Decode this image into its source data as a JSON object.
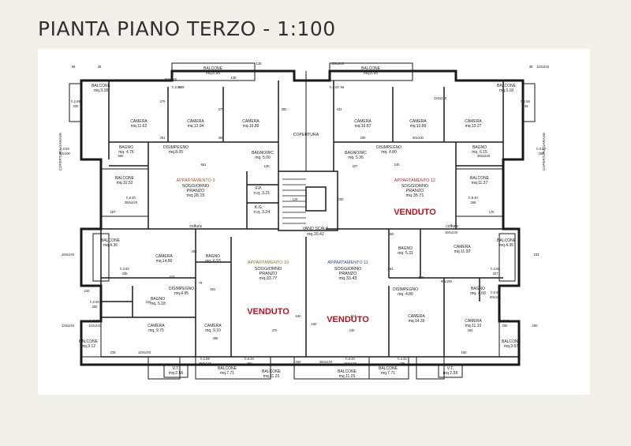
{
  "title": "PIANTA PIANO TERZO - 1:100",
  "colors": {
    "venduto": "#b8141c",
    "apt10": "#8a7a2a",
    "apt11": "#2b4a9a",
    "apt12": "#b03030",
    "apt9": "#b05a30"
  },
  "labels": {
    "vano_scala": "VANO SCALA",
    "vano_scala_mq": "mq.20.42",
    "copertura": "COPERTURA",
    "copertura_garage_l": "COPERTURA GARAGE",
    "copertura_garage_r": "COPERTURA GARAGE",
    "coltura_l": "coltura",
    "coltura_r": "coltura",
    "fp": "F.P.",
    "fp_mq": "n.q. 3.21",
    "kg": "K.G.",
    "kg_mq": "n.q. 3.24",
    "vt_l": "V.T.",
    "vt_l_mq": "mq 2.56",
    "vt_r": "V.T.",
    "vt_r_mq": "mq 2.55"
  },
  "sold": [
    "VENDUTO",
    "VENDUTO",
    "VENDUTO"
  ],
  "apartments": {
    "a9": {
      "name": "APPARTAMENTO 9",
      "room": "SOGGIORNO",
      "room2": "PRANZO",
      "mq": "mq.28.15"
    },
    "a10": {
      "name": "APPARTAMENTO 10",
      "room": "SOGGIORNO",
      "room2": "PRANZO",
      "mq": "mq.33.77"
    },
    "a11": {
      "name": "APPARTAMENTO 11",
      "room": "SOGGIORNO",
      "room2": "PRANZO",
      "mq": "mq.33.43"
    },
    "a12": {
      "name": "APPARTAMENTO 12",
      "room": "SOGGIORNO",
      "room2": "PRANZO",
      "mq": "mq.35.71"
    }
  },
  "rooms": [
    {
      "n": "CAMERA",
      "m": "mq.11.62"
    },
    {
      "n": "CAMERA",
      "m": "mq.12.94"
    },
    {
      "n": "CAMERA",
      "m": "mq.16.89"
    },
    {
      "n": "CAMERA",
      "m": "mq.16.87"
    },
    {
      "n": "CAMERA",
      "m": "mq.10.89"
    },
    {
      "n": "CAMERA",
      "m": "mq.13.27"
    },
    {
      "n": "BALCONE",
      "m": "mq.8.95"
    },
    {
      "n": "BALCONE",
      "m": "mq.8.95"
    },
    {
      "n": "BALCONE",
      "m": "mq.3.18"
    },
    {
      "n": "BALCONE",
      "m": "mq.3.18"
    },
    {
      "n": "BAGNO",
      "m": "mq. 4.76"
    },
    {
      "n": "BAGNO",
      "m": "mq. 6.15"
    },
    {
      "n": "DISIMPEGNO",
      "m": "mq.8.05"
    },
    {
      "n": "DISIMPEGNO",
      "m": "mq. 4.80"
    },
    {
      "n": "BAGNO/WC",
      "m": "mq. 5.00"
    },
    {
      "n": "BAGNO/WC",
      "m": "mq. 5.36"
    },
    {
      "n": "BALCONE",
      "m": "mq.10.52"
    },
    {
      "n": "BALCONE",
      "m": "mq.11.37"
    },
    {
      "n": "BALCONE",
      "m": "mq.4.36"
    },
    {
      "n": "BALCONE",
      "m": "mq.4.35"
    },
    {
      "n": "CAMERA",
      "m": "mq.14.80"
    },
    {
      "n": "BAGNO",
      "m": "mq. 6.93"
    },
    {
      "n": "BAGNO",
      "m": "mq. 5.31"
    },
    {
      "n": "CAMERA",
      "m": "mq.11.92"
    },
    {
      "n": "BAGNO",
      "m": "mq. 5.18"
    },
    {
      "n": "DISIMPEGNO",
      "m": "mq.4.95"
    },
    {
      "n": "DISIMPEGNO",
      "m": "mq. 4.80"
    },
    {
      "n": "BAGNO",
      "m": "mq. 4.68"
    },
    {
      "n": "CAMERA",
      "m": "mq. 9.75"
    },
    {
      "n": "CAMERA",
      "m": "mq. 9.10"
    },
    {
      "n": "CAMERA",
      "m": "mq.14.36"
    },
    {
      "n": "CAMERA",
      "m": "mq.11.10"
    },
    {
      "n": "BALCONE",
      "m": "mq.3.12"
    },
    {
      "n": "BALCONE",
      "m": "mq.3.67"
    },
    {
      "n": "BALCONE",
      "m": "mq.7.71"
    },
    {
      "n": "BALCONE",
      "m": "mq.11.25"
    },
    {
      "n": "BALCONE",
      "m": "mq.11.25"
    },
    {
      "n": "BALCONE",
      "m": "mq.7.71"
    }
  ],
  "dims": [
    "98",
    "38",
    "150x240",
    "h.3.60",
    "649",
    "138",
    "138",
    "150x240",
    "h.3.60",
    "96",
    "38",
    "120x240",
    "h.2.88",
    "320",
    "375",
    "375",
    "390",
    "442",
    "120x240",
    "h.2.88",
    "345",
    "451",
    "450",
    "290",
    "80x100",
    "h.0.80",
    "80x100",
    "h.0.80",
    "258",
    "660",
    "661",
    "240",
    "350x240",
    "h.8.40",
    "350x240",
    "h.8.40",
    "268",
    "267",
    "176",
    "120",
    "120",
    "200",
    "327",
    "150x240",
    "h.3.60",
    "335",
    "306",
    "450",
    "150x240",
    "h.3.60",
    "327",
    "193",
    "220",
    "415",
    "70",
    "481",
    "100",
    "80x100",
    "h.0.80",
    "80x100",
    "h.0.80",
    "280",
    "310",
    "501",
    "470",
    "240",
    "250",
    "120x240",
    "h.2.88",
    "120x240",
    "h.2.88",
    "250",
    "260",
    "455",
    "624",
    "540",
    "150",
    "235",
    "120x240",
    "h.2.88",
    "350x240",
    "h.8.40",
    "250",
    "250",
    "350x240",
    "h.8.40",
    "180x240",
    "h.4.32",
    "235",
    "150"
  ]
}
